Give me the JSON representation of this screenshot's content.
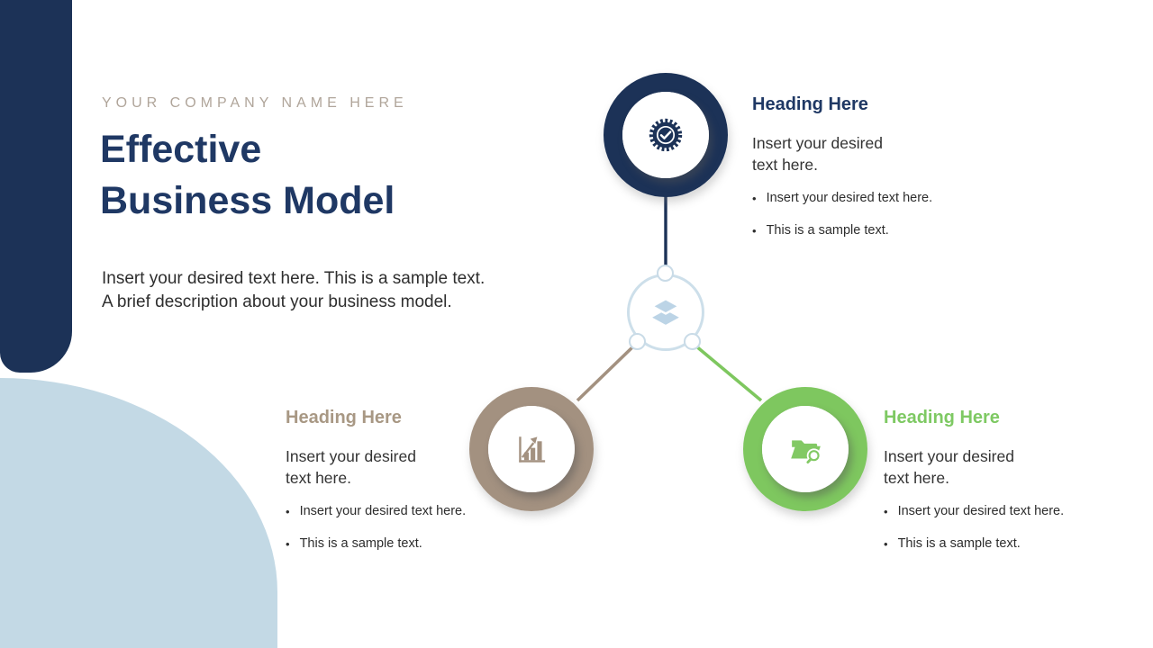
{
  "slide": {
    "company_name": "YOUR COMPANY NAME HERE",
    "title_lines": [
      "Effective",
      "Business Model"
    ],
    "description_lines": [
      "Insert your desired text here. This is a sample text.",
      "A brief description about your business model."
    ]
  },
  "hub": {
    "icon": "layers-icon"
  },
  "nodes": [
    {
      "position": "top",
      "heading": "Heading Here",
      "body_lines": [
        "Insert your desired",
        "text here."
      ],
      "bullets": [
        "Insert your desired text here.",
        "This is a sample text."
      ],
      "icon": "badge-check-icon",
      "accent": "#1f3864"
    },
    {
      "position": "bottom-left",
      "heading": "Heading Here",
      "body_lines": [
        "Insert your desired",
        "text here."
      ],
      "bullets": [
        "Insert your desired text here.",
        "This is a sample text."
      ],
      "icon": "bar-chart-icon",
      "accent": "#a39180"
    },
    {
      "position": "bottom-right",
      "heading": "Heading Here",
      "body_lines": [
        "Insert your desired",
        "text here."
      ],
      "bullets": [
        "Insert your desired text here.",
        "This is a sample text."
      ],
      "icon": "folder-search-icon",
      "accent": "#7ec75f"
    }
  ],
  "ui": {
    "bullet_char": "•"
  },
  "colors": {
    "navy_shape": "#1c3257",
    "title_navy": "#1f3864",
    "taupe": "#a39180",
    "taupe_heading": "#a89884",
    "green": "#7ec75f",
    "green_heading": "#7ec963",
    "light_blue_shape": "#c3d9e5",
    "hub_outline": "#cddfea",
    "hub_icon": "#bcd4e6",
    "company_text": "#b0a59a",
    "body_text": "#2e2e2e"
  }
}
